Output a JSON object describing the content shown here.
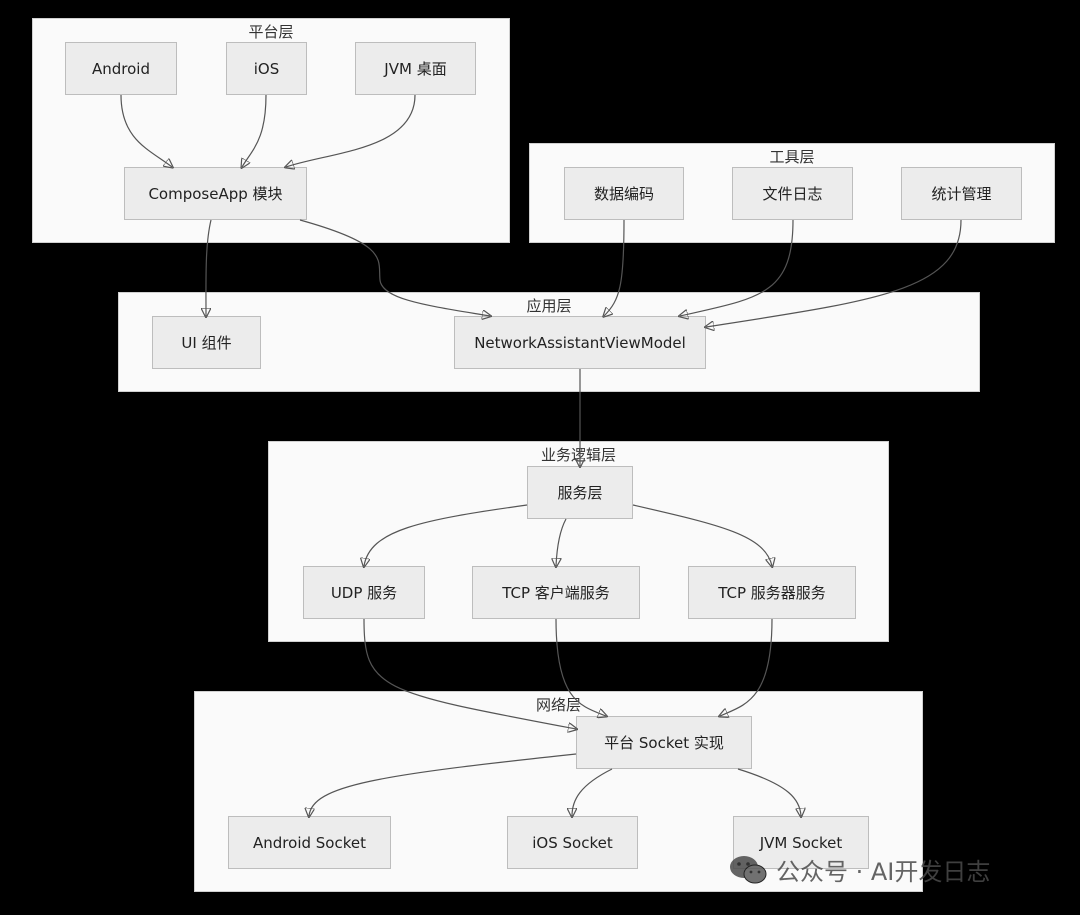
{
  "groups": {
    "platform": {
      "label": "平台层"
    },
    "tools": {
      "label": "工具层"
    },
    "app": {
      "label": "应用层"
    },
    "business": {
      "label": "业务逻辑层"
    },
    "network": {
      "label": "网络层"
    }
  },
  "nodes": {
    "android": "Android",
    "ios": "iOS",
    "jvm": "JVM 桌面",
    "compose": "ComposeApp 模块",
    "data_encode": "数据编码",
    "file_log": "文件日志",
    "stats": "统计管理",
    "ui": "UI 组件",
    "viewmodel": "NetworkAssistantViewModel",
    "service": "服务层",
    "udp": "UDP 服务",
    "tcp_client": "TCP 客户端服务",
    "tcp_server": "TCP 服务器服务",
    "socket_impl": "平台 Socket 实现",
    "android_socket": "Android Socket",
    "ios_socket": "iOS Socket",
    "jvm_socket": "JVM Socket"
  },
  "edges": [
    {
      "from": "android",
      "to": "compose"
    },
    {
      "from": "ios",
      "to": "compose"
    },
    {
      "from": "jvm",
      "to": "compose"
    },
    {
      "from": "compose",
      "to": "ui"
    },
    {
      "from": "compose",
      "to": "viewmodel"
    },
    {
      "from": "data_encode",
      "to": "viewmodel"
    },
    {
      "from": "file_log",
      "to": "viewmodel"
    },
    {
      "from": "stats",
      "to": "viewmodel"
    },
    {
      "from": "viewmodel",
      "to": "service"
    },
    {
      "from": "service",
      "to": "udp"
    },
    {
      "from": "service",
      "to": "tcp_client"
    },
    {
      "from": "service",
      "to": "tcp_server"
    },
    {
      "from": "udp",
      "to": "socket_impl"
    },
    {
      "from": "tcp_client",
      "to": "socket_impl"
    },
    {
      "from": "tcp_server",
      "to": "socket_impl"
    },
    {
      "from": "socket_impl",
      "to": "android_socket"
    },
    {
      "from": "socket_impl",
      "to": "ios_socket"
    },
    {
      "from": "socket_impl",
      "to": "jvm_socket"
    }
  ],
  "watermark": {
    "text": "公众号 · AI开发日志",
    "icon": "wechat-icon"
  },
  "colors": {
    "background": "#000000",
    "group_fill": "#fafafa",
    "node_fill": "#ececec",
    "edge": "#555555"
  }
}
